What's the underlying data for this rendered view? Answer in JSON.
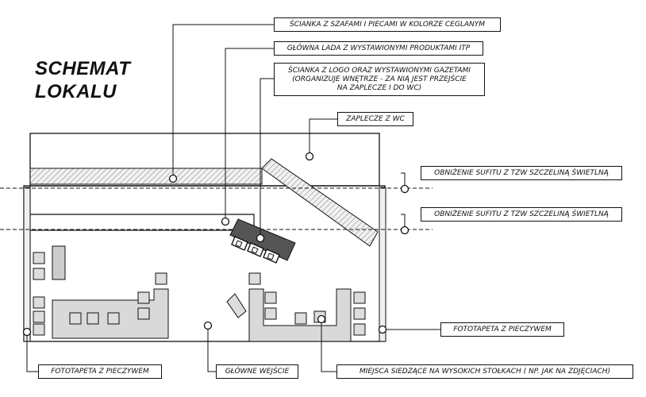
{
  "title": {
    "line1": "SCHEMAT",
    "line2": "LOKALU"
  },
  "labels": {
    "scianka_szafy": "ŚCIANKA Z SZAFAMI I PIECAMI W KOLORZE CEGLANYM",
    "glowna_lada": "GŁÓWNA LADA Z WYSTAWIONYMI PRODUKTAMI ITP",
    "scianka_logo": "ŚCIANKA Z LOGO ORAZ WYSTAWIONYMI GAZETAMI\n(ORGANIZUJE WNĘTRZE - ZA NIĄ JEST PRZEJŚCIE\nNA ZAPLECZE I DO WC)",
    "zaplecze": "ZAPLECZE Z WC",
    "obnizenie_1": "OBNIŻENIE SUFITU Z TZW SZCZELINĄ ŚWIETLNĄ",
    "obnizenie_2": "OBNIŻENIE SUFITU Z TZW SZCZELINĄ ŚWIETLNĄ",
    "fototapeta_prawa": "FOTOTAPETA Z PIECZYWEM",
    "fototapeta_lewa": "FOTOTAPETA Z PIECZYWEM",
    "glowne_wejscie": "GŁÓWNE WEJŚCIE",
    "miejsca_siedzace": "MIEJSCA SIEDZĄCE NA WYSOKICH STOŁKACH ( NP. JAK NA ZDJĘCIACH)"
  },
  "colors": {
    "line": "#111111",
    "fill_light": "#d9d9d9",
    "fill_dark": "#555555",
    "hatch": "#999999",
    "background": "#ffffff"
  }
}
